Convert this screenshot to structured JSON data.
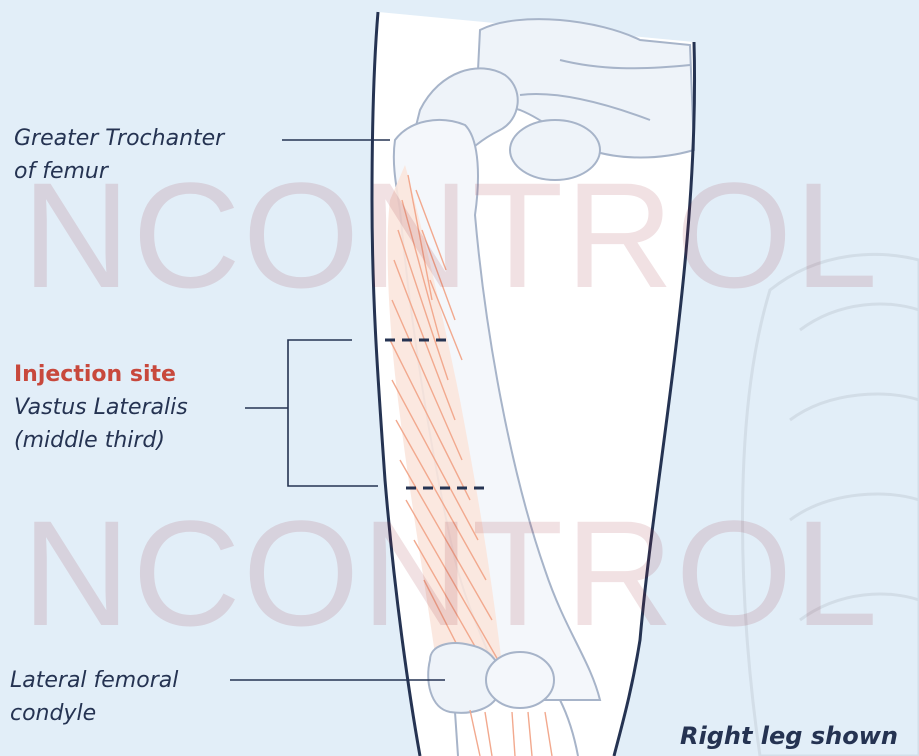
{
  "labels": {
    "trochanter": {
      "line1": "Greater Trochanter",
      "line2": "of femur"
    },
    "injection": {
      "title": "Injection site",
      "line1": "Vastus Lateralis",
      "line2": "(middle third)"
    },
    "condyle": {
      "line1": "Lateral femoral",
      "line2": "condyle"
    }
  },
  "note": "Right leg shown",
  "watermark": "NCONTROL",
  "colors": {
    "background": "#e2eef8",
    "text": "#253352",
    "injection_title": "#c8483c",
    "muscle_fibers": "#f2a98e",
    "outline": "#253352"
  }
}
